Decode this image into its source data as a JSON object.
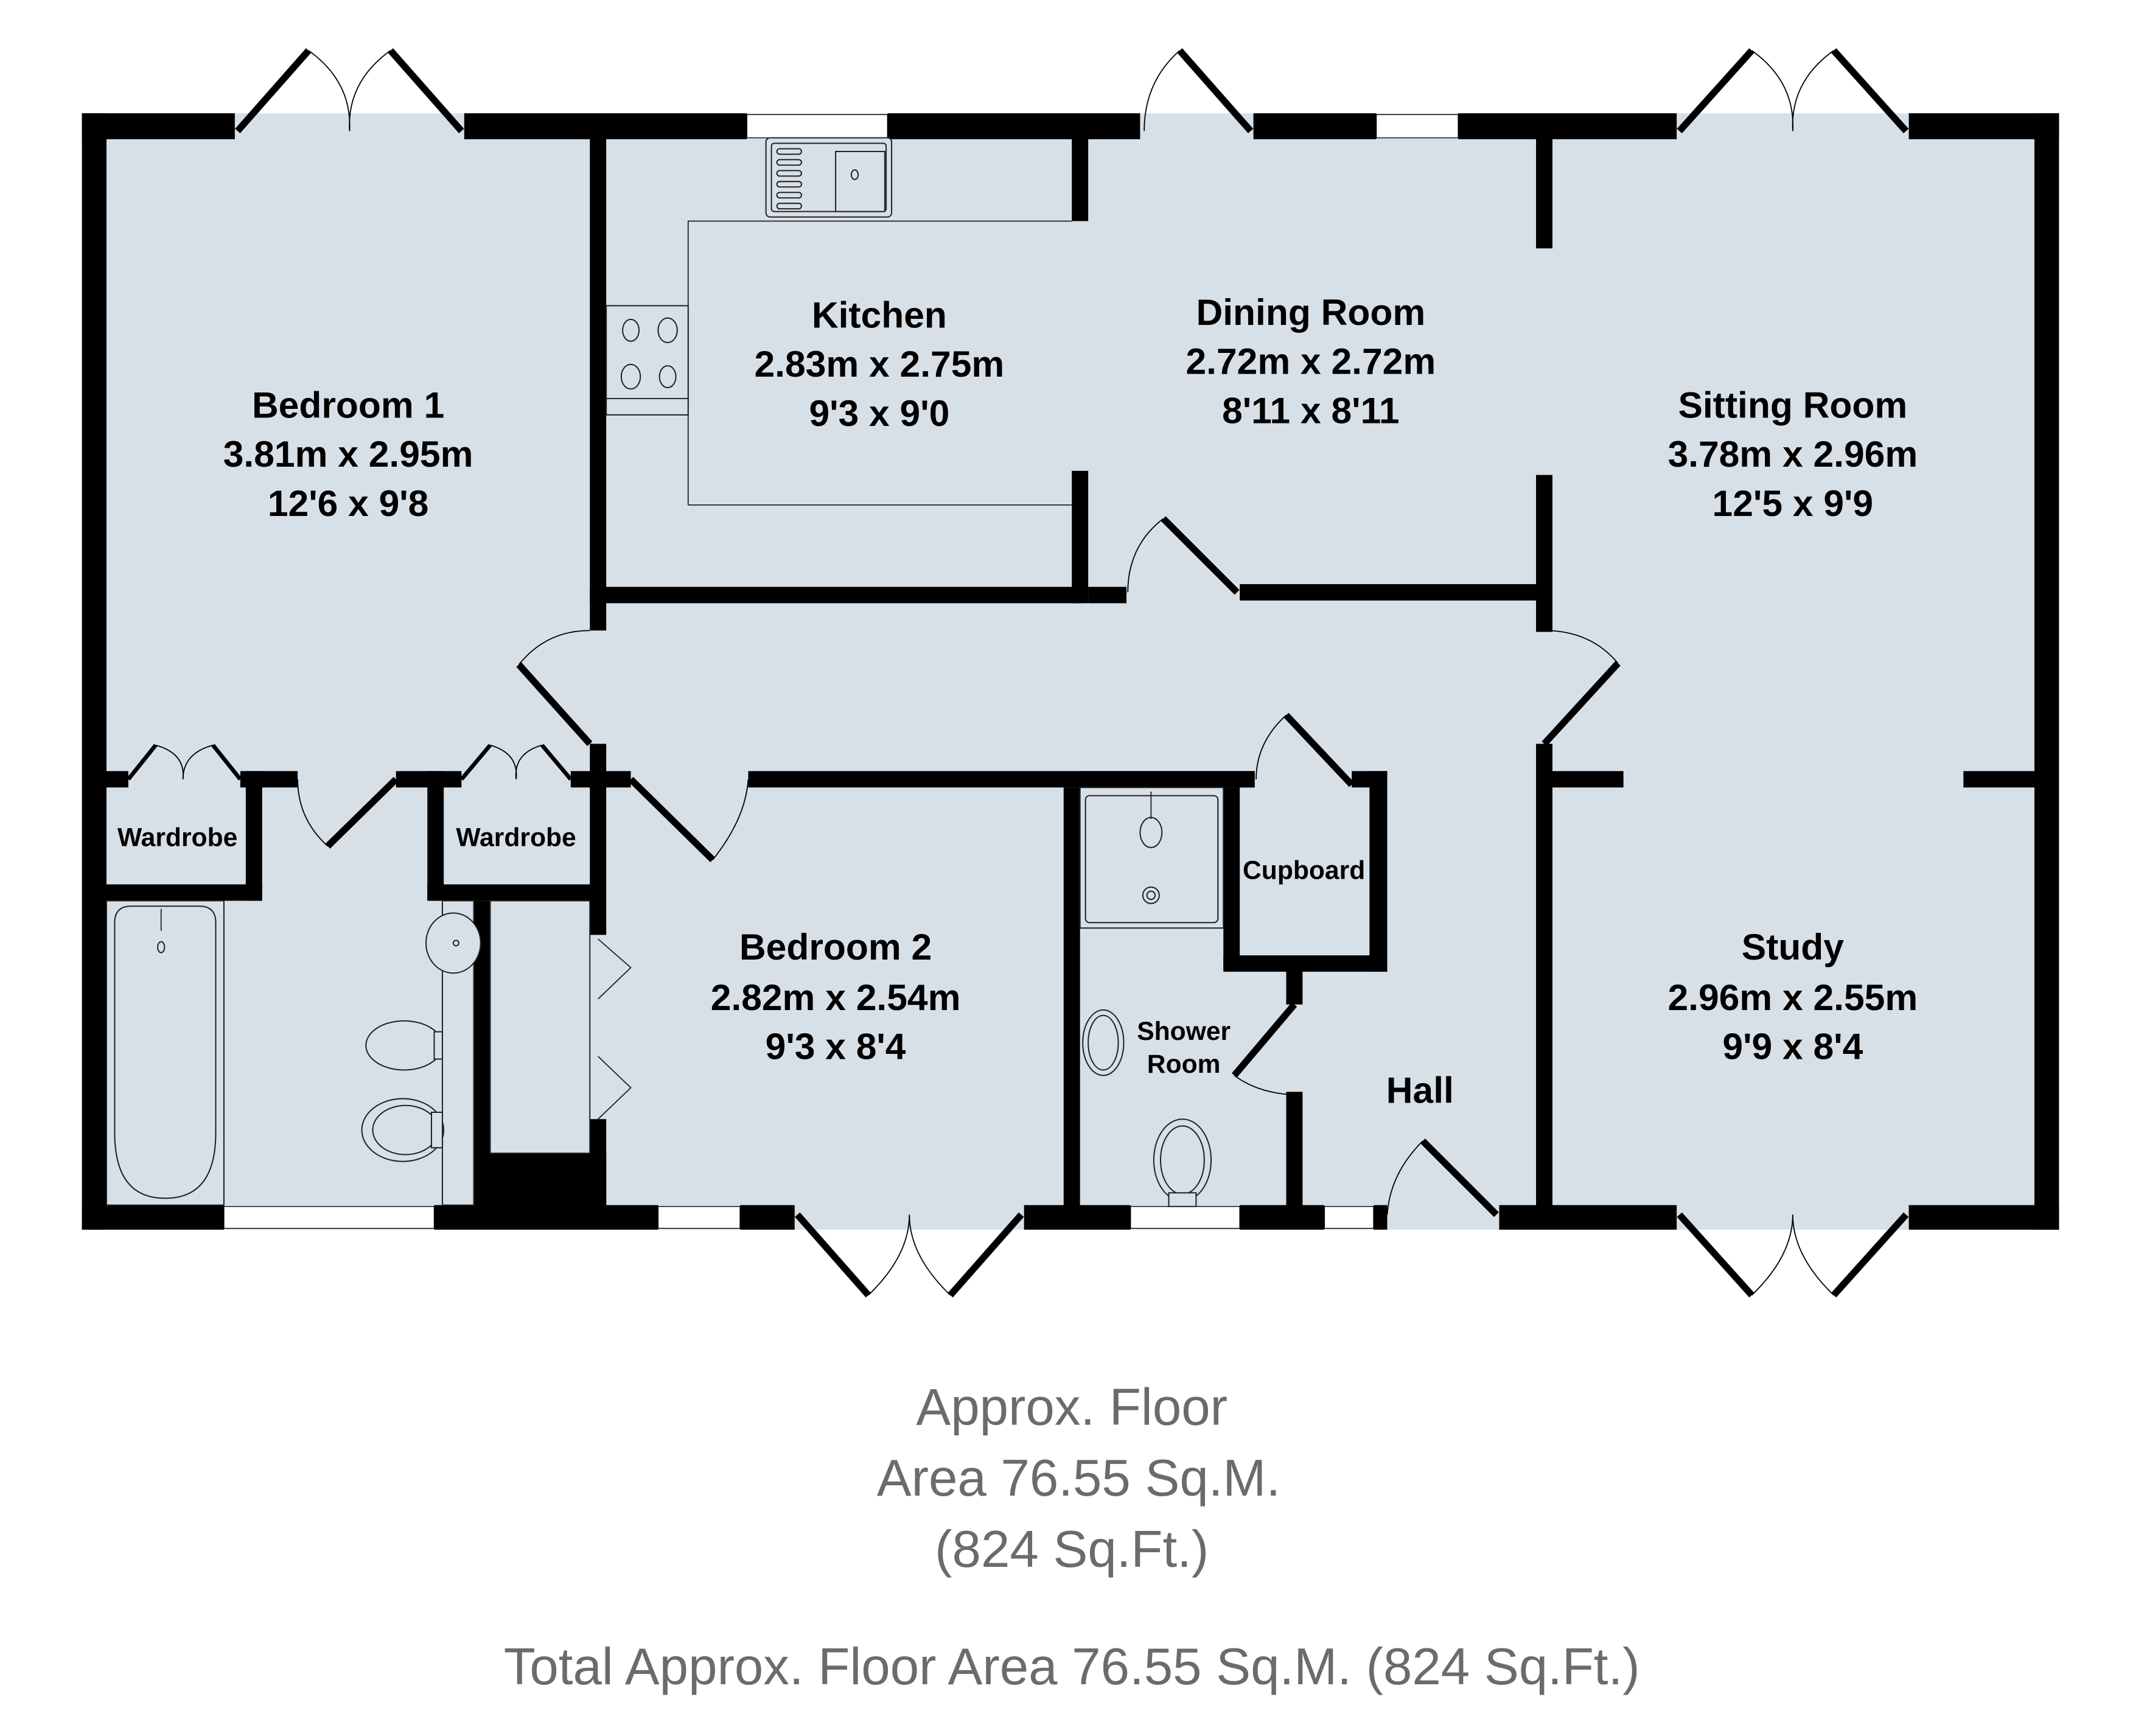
{
  "floorplan": {
    "rooms": [
      {
        "id": "bedroom-1",
        "name": "Bedroom 1",
        "metric": "3.81m x 2.95m",
        "imperial": "12'6 x 9'8"
      },
      {
        "id": "kitchen",
        "name": "Kitchen",
        "metric": "2.83m x 2.75m",
        "imperial": "9'3 x 9'0"
      },
      {
        "id": "dining-room",
        "name": "Dining Room",
        "metric": "2.72m x 2.72m",
        "imperial": "8'11 x 8'11"
      },
      {
        "id": "sitting-room",
        "name": "Sitting Room",
        "metric": "3.78m x 2.96m",
        "imperial": "12'5 x 9'9"
      },
      {
        "id": "bedroom-2",
        "name": "Bedroom 2",
        "metric": "2.82m x 2.54m",
        "imperial": "9'3 x 8'4"
      },
      {
        "id": "study",
        "name": "Study",
        "metric": "2.96m x 2.55m",
        "imperial": "9'9 x 8'4"
      }
    ],
    "small_labels": {
      "wardrobe_1": "Wardrobe",
      "wardrobe_2": "Wardrobe",
      "cupboard": "Cupboard",
      "shower_room_line1": "Shower",
      "shower_room_line2": "Room",
      "hall": "Hall"
    },
    "colors": {
      "room_fill": "#d8e0e7",
      "wall": "#000000",
      "footer_text": "#6b6b6b"
    }
  },
  "footer": {
    "floor_area_line1": "Approx. Floor",
    "floor_area_line2": "Area 76.55 Sq.M.",
    "floor_area_line3": "(824 Sq.Ft.)",
    "total": "Total Approx. Floor Area 76.55 Sq.M. (824 Sq.Ft.)"
  }
}
